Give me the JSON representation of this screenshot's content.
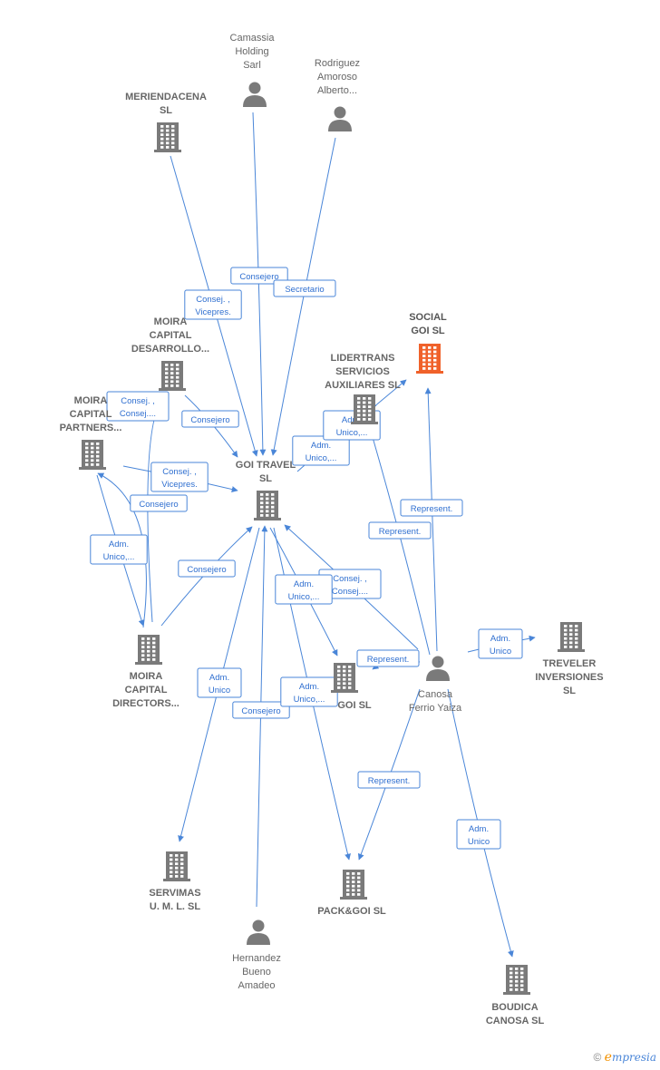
{
  "colors": {
    "edge": "#4a86d8",
    "node": "#7a7a7a",
    "focus": "#f0612a"
  },
  "nodes": [
    {
      "id": "camassia",
      "type": "person",
      "lines": [
        "Camassia",
        "Holding",
        "Sarl"
      ]
    },
    {
      "id": "rodriguez",
      "type": "person",
      "lines": [
        "Rodriguez",
        "Amoroso",
        "Alberto..."
      ]
    },
    {
      "id": "meriendacena",
      "type": "company",
      "lines": [
        "MERIENDACENA",
        "SL"
      ]
    },
    {
      "id": "social_goi",
      "type": "company",
      "focus": true,
      "lines": [
        "SOCIAL",
        "GOI  SL"
      ]
    },
    {
      "id": "moira_desarrollo",
      "type": "company",
      "lines": [
        "MOIRA",
        "CAPITAL",
        "DESARROLLO..."
      ]
    },
    {
      "id": "lidertrans",
      "type": "company",
      "lines": [
        "LIDERTRANS",
        "SERVICIOS",
        "AUXILIARES SL"
      ]
    },
    {
      "id": "moira_partners",
      "type": "company",
      "lines": [
        "MOIRA",
        "CAPITAL",
        "PARTNERS..."
      ]
    },
    {
      "id": "goi_travel",
      "type": "company",
      "lines": [
        "GOI TRAVEL",
        "SL"
      ]
    },
    {
      "id": "treveler",
      "type": "company",
      "lines": [
        "TREVELER",
        "INVERSIONES",
        "SL"
      ]
    },
    {
      "id": "moira_directors",
      "type": "company",
      "lines": [
        "MOIRA",
        "CAPITAL",
        "DIRECTORS..."
      ]
    },
    {
      "id": "goi_sl",
      "type": "company",
      "lines": [
        "GOI  SL"
      ]
    },
    {
      "id": "canosa",
      "type": "person",
      "lines": [
        "Canosa",
        "Ferrio Yaiza"
      ]
    },
    {
      "id": "servimas",
      "type": "company",
      "lines": [
        "SERVIMAS",
        "U.  M.  L.  SL"
      ]
    },
    {
      "id": "packgoi",
      "type": "company",
      "lines": [
        "PACK&GOI  SL"
      ]
    },
    {
      "id": "hernandez",
      "type": "person",
      "lines": [
        "Hernandez",
        "Bueno",
        "Amadeo"
      ]
    },
    {
      "id": "boudica",
      "type": "company",
      "lines": [
        "BOUDICA",
        "CANOSA  SL"
      ]
    }
  ],
  "edges": [
    {
      "id": "e1",
      "from": "camassia",
      "to": "goi_travel",
      "lines": [
        "Consejero"
      ]
    },
    {
      "id": "e2",
      "from": "rodriguez",
      "to": "goi_travel",
      "lines": [
        "Secretario"
      ]
    },
    {
      "id": "e3",
      "from": "meriendacena",
      "to": "goi_travel",
      "lines": [
        "Consej. ,",
        "Vicepres."
      ]
    },
    {
      "id": "e4",
      "from": "moira_desarrollo",
      "to": "goi_travel",
      "lines": [
        "Consejero"
      ]
    },
    {
      "id": "e5",
      "from": "moira_directors",
      "to": "moira_desarrollo",
      "lines": [
        "Consej. ,",
        "Consej...."
      ]
    },
    {
      "id": "e6",
      "from": "moira_partners",
      "to": "goi_travel",
      "lines": [
        "Consej. ,",
        "Vicepres."
      ]
    },
    {
      "id": "e7",
      "from": "moira_directors",
      "to": "goi_travel",
      "lines": [
        "Consejero"
      ]
    },
    {
      "id": "e8",
      "from": "moira_partners",
      "to": "moira_directors",
      "lines": [
        "Adm.",
        "Unico,..."
      ]
    },
    {
      "id": "e9",
      "from": "moira_directors",
      "to": "moira_partners",
      "lines": [
        "Consejero"
      ]
    },
    {
      "id": "e10",
      "from": "goi_travel",
      "to": "lidertrans",
      "lines": [
        "Adm.",
        "Unico,..."
      ]
    },
    {
      "id": "e11",
      "from": "lidertrans",
      "to": "social_goi",
      "lines": [
        "Adm.",
        "Unico,..."
      ]
    },
    {
      "id": "e12",
      "from": "canosa",
      "to": "lidertrans",
      "lines": [
        "Represent."
      ]
    },
    {
      "id": "e13",
      "from": "canosa",
      "to": "social_goi",
      "lines": [
        "Represent."
      ]
    },
    {
      "id": "e14",
      "from": "canosa",
      "to": "treveler",
      "lines": [
        "Adm.",
        "Unico"
      ]
    },
    {
      "id": "e15",
      "from": "canosa",
      "to": "goi_travel",
      "lines": [
        "Consej. ,",
        "Consej...."
      ]
    },
    {
      "id": "e16",
      "from": "goi_travel",
      "to": "goi_sl",
      "lines": [
        "Adm.",
        "Unico,..."
      ]
    },
    {
      "id": "e17",
      "from": "canosa",
      "to": "goi_sl",
      "lines": [
        "Represent."
      ]
    },
    {
      "id": "e18",
      "from": "goi_travel",
      "to": "servimas",
      "lines": [
        "Adm.",
        "Unico"
      ]
    },
    {
      "id": "e19",
      "from": "hernandez",
      "to": "goi_travel",
      "lines": [
        "Consejero"
      ]
    },
    {
      "id": "e20",
      "from": "goi_travel",
      "to": "packgoi",
      "lines": [
        "Adm.",
        "Unico,..."
      ]
    },
    {
      "id": "e21",
      "from": "canosa",
      "to": "packgoi",
      "lines": [
        "Represent."
      ]
    },
    {
      "id": "e22",
      "from": "canosa",
      "to": "boudica",
      "lines": [
        "Adm.",
        "Unico"
      ]
    }
  ],
  "watermark": {
    "symbol": "©",
    "brand_initial": "e",
    "brand_rest": "mpresia"
  }
}
